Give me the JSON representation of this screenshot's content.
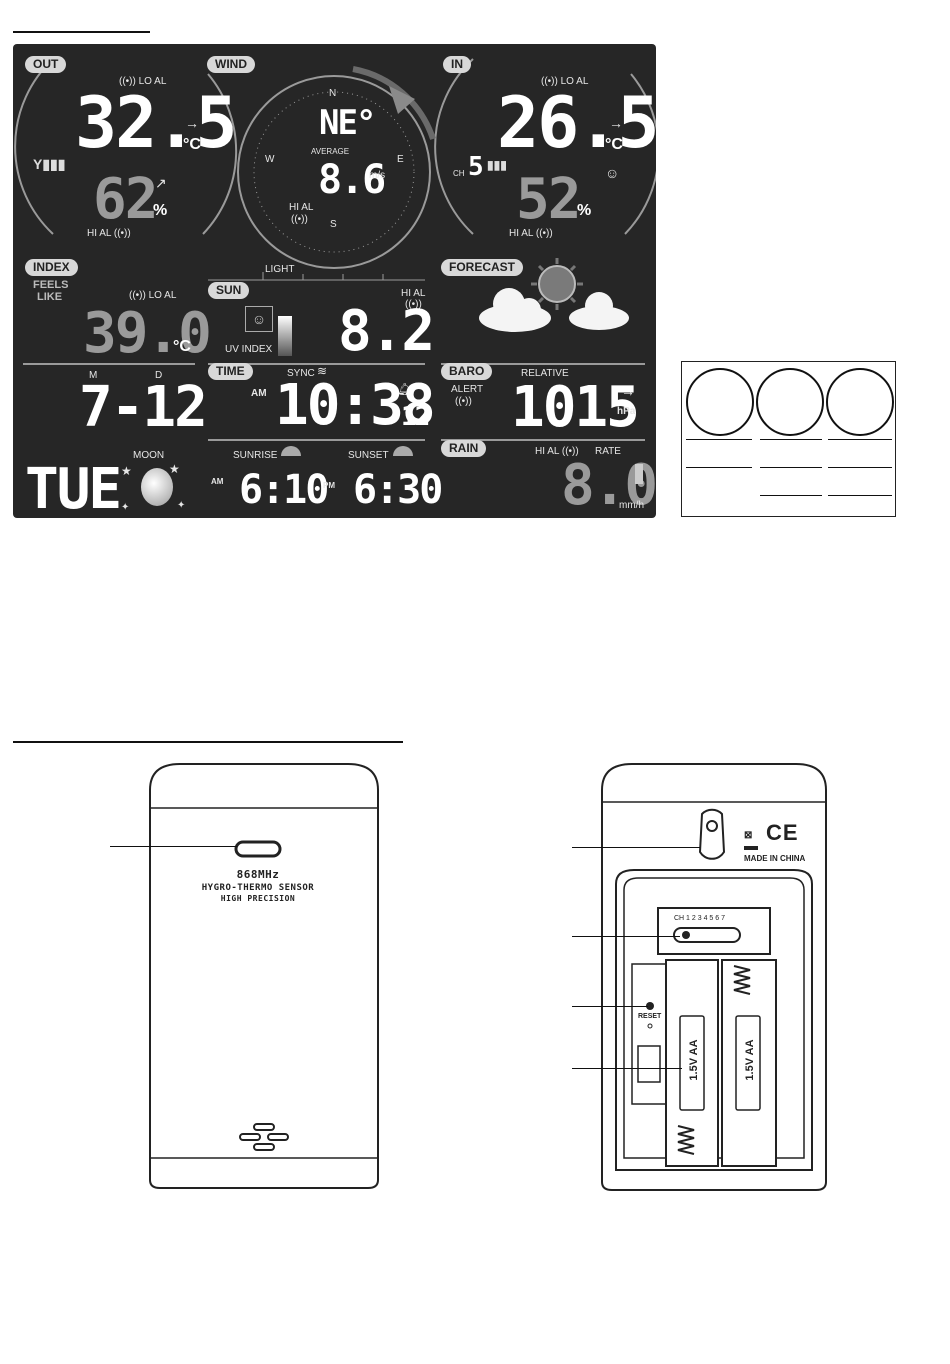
{
  "display": {
    "out": {
      "label": "OUT",
      "lo_al": "((•)) LO AL",
      "temp": "32.5",
      "temp_unit": "°C",
      "humidity": "62",
      "humidity_unit": "%",
      "hi_al": "HI AL ((•))"
    },
    "wind": {
      "label": "WIND",
      "n": "N",
      "s": "S",
      "e": "E",
      "w": "W",
      "direction": "NE°",
      "average": "AVERAGE",
      "speed": "8.6",
      "speed_unit": "m/s",
      "hi_al": "HI AL",
      "hi_al_icon": "((•))"
    },
    "indoor": {
      "label": "IN",
      "lo_al": "((•)) LO AL",
      "temp": "26.5",
      "temp_unit": "°C",
      "ch_label": "CH",
      "channel": "5",
      "humidity": "52",
      "humidity_unit": "%",
      "hi_al": "HI AL ((•))",
      "comfort_icon": "☺"
    },
    "index": {
      "label": "INDEX",
      "feels": "FEELS",
      "like": "LIKE",
      "lo_al": "((•)) LO AL",
      "value": "39.0",
      "unit": "°C"
    },
    "sun": {
      "label": "SUN",
      "light": "LIGHT",
      "hi_al": "HI AL",
      "hi_al_icon": "((•))",
      "uv_index_label": "UV INDEX",
      "uv_value": "8.2"
    },
    "forecast": {
      "label": "FORECAST",
      "icon": "partly-cloudy-icon"
    },
    "date": {
      "m": "M",
      "d": "D",
      "value": "7-12",
      "weekday": "TUE",
      "moon": "MOON"
    },
    "time": {
      "label": "TIME",
      "sync": "SYNC",
      "am": "AM",
      "value": "10:38",
      "seconds": "12",
      "sunrise": "SUNRISE",
      "sunset": "SUNSET",
      "sunrise_am": "AM",
      "sunrise_value": "6:10",
      "sunset_pm": "PM",
      "sunset_value": "6:30"
    },
    "baro": {
      "label": "BARO",
      "relative": "RELATIVE",
      "alert": "ALERT",
      "alert_icon": "((•))",
      "value": "1015",
      "unit": "hPa"
    },
    "rain": {
      "label": "RAIN",
      "hi_al": "HI AL ((•))",
      "rate": "RATE",
      "value": "8.0",
      "unit": "mm/h"
    }
  },
  "sensor_front": {
    "freq": "868MHz",
    "line1": "HYGRO-THERMO SENSOR",
    "line2": "HIGH PRECISION"
  },
  "sensor_back": {
    "made_in": "MADE IN CHINA",
    "ce": "CE",
    "channels": "CH 1 2 3 4 5 6 7",
    "reset": "RESET",
    "battery1": "1.5V AA",
    "battery2": "1.5V AA"
  }
}
